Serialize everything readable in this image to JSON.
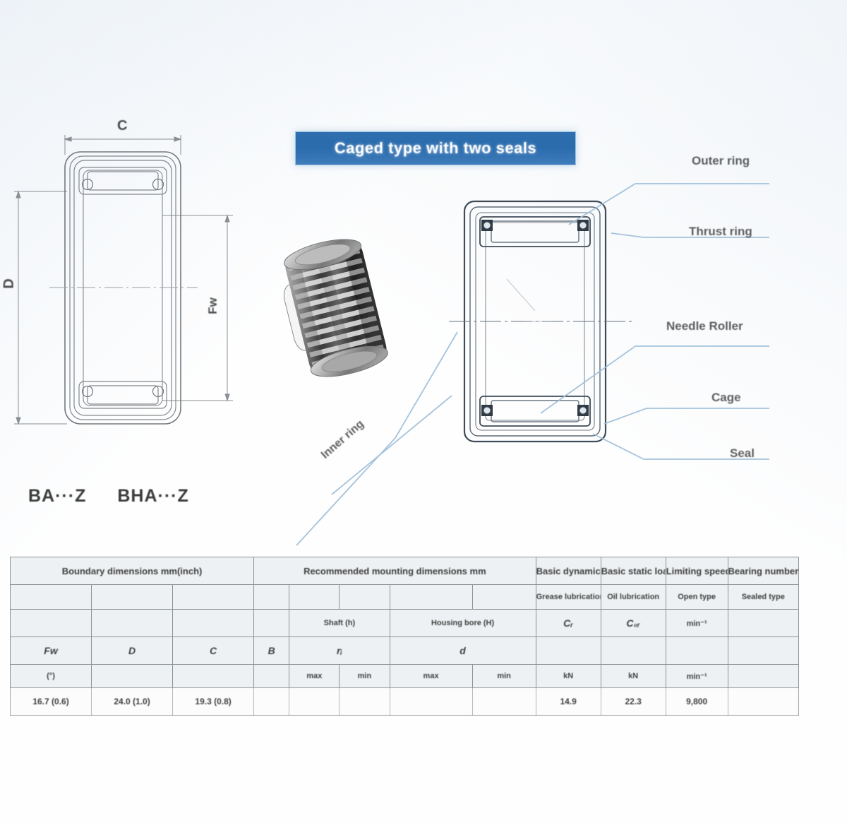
{
  "page": {
    "title_banner": "Caged type with two seals"
  },
  "drawing_left": {
    "dim_top": "C",
    "dim_left": "D",
    "dim_right": "Fw",
    "designations": [
      "BA···Z",
      "BHA···Z"
    ]
  },
  "drawing_right": {
    "callouts": [
      {
        "name": "outer-ring",
        "label": "Outer ring"
      },
      {
        "name": "thrust-ring",
        "label": "Thrust ring"
      },
      {
        "name": "needle-roller",
        "label": "Needle Roller"
      },
      {
        "name": "cage",
        "label": "Cage"
      },
      {
        "name": "seal",
        "label": "Seal"
      },
      {
        "name": "inner-ring",
        "label": "Inner ring"
      }
    ]
  },
  "table": {
    "group_headers": [
      {
        "label": "Boundary dimensions mm(inch)",
        "colspan": 3
      },
      {
        "label": "Recommended mounting dimensions  mm",
        "colspan": 5
      },
      {
        "label": "Basic dynamic load ratings",
        "colspan": 1
      },
      {
        "label": "Basic static load ratings",
        "colspan": 1
      },
      {
        "label": "Limiting speeds",
        "colspan": 1
      },
      {
        "label": "Bearing numbers",
        "colspan": 1
      }
    ],
    "sub_headers_right": [
      "",
      "",
      "",
      "Grease lubrication",
      "Oil lubrication",
      "Open type",
      "Sealed type"
    ],
    "mid_headers": [
      "",
      "",
      "",
      "",
      "Shaft (h)",
      "",
      "Housing bore (H)",
      "",
      "Cᵣ",
      "C₀ᵣ",
      "min⁻¹",
      ""
    ],
    "symbol_row": [
      "Fw",
      "D",
      "C",
      "B",
      "rᵢ",
      "",
      "d",
      "",
      "",
      "",
      "",
      ""
    ],
    "minmax_row": [
      "(°)",
      "max",
      "min",
      "max",
      "min",
      "kN",
      "kN",
      "min⁻¹",
      ""
    ],
    "data_row": {
      "fw": "16.7 (0.6)",
      "d": "24.0 (1.0)",
      "c": "19.3 (0.8)",
      "b": "",
      "r": "",
      "shaft_max": "",
      "shaft_min": "",
      "housing_max": "",
      "housing_min": "",
      "cr": "14.9",
      "c0r": "22.3",
      "speed": "9,800",
      "number": ""
    }
  },
  "colors": {
    "banner_blue": "#2f6fb0",
    "leader_blue": "#a9c6de",
    "line_gray": "#6f7479",
    "table_bg": "#eef1f3"
  }
}
